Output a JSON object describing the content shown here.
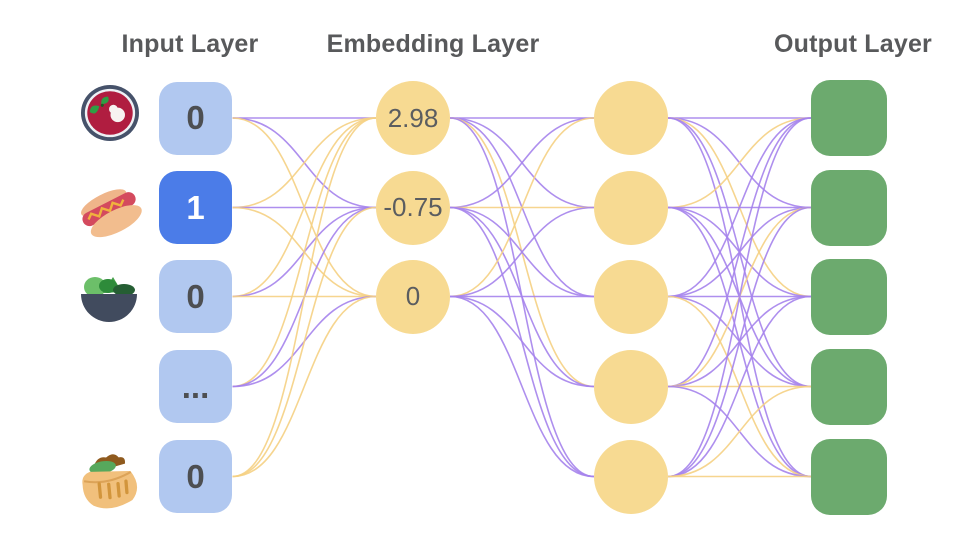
{
  "titles": {
    "input": "Input Layer",
    "embedding": "Embedding Layer",
    "output": "Output Layer"
  },
  "colors": {
    "title_text": "#58595b",
    "value_text": "#4d4f52",
    "embedding_text": "#5b5d60",
    "input_inactive": "#b1c8f0",
    "input_active": "#4b7ce8",
    "node_yellow": "#f7da92",
    "node_green": "#6caa6e",
    "edge_purple": "#a583ec",
    "edge_yellow": "#f5d083"
  },
  "input_layer": {
    "nodes": [
      {
        "value": "0",
        "icon": "borscht-soup-icon",
        "active": false
      },
      {
        "value": "1",
        "icon": "hot-dog-icon",
        "active": true
      },
      {
        "value": "0",
        "icon": "green-salad-icon",
        "active": false
      },
      {
        "value": "...",
        "icon": null,
        "active": false
      },
      {
        "value": "0",
        "icon": "stuffed-pita-icon",
        "active": false
      }
    ]
  },
  "embedding_layer": {
    "nodes": [
      {
        "value": "2.98"
      },
      {
        "value": "-0.75"
      },
      {
        "value": "0"
      }
    ]
  },
  "hidden_layer": {
    "node_count": 5
  },
  "output_layer": {
    "node_count": 5
  },
  "edges": {
    "input_to_embedding": [
      [
        "purple",
        "purple",
        "yellow"
      ],
      [
        "yellow",
        "purple",
        "yellow"
      ],
      [
        "yellow",
        "purple",
        "yellow"
      ],
      [
        "yellow",
        "purple",
        "purple"
      ],
      [
        "yellow",
        "yellow",
        "yellow"
      ]
    ],
    "embedding_to_hidden": [
      [
        "purple",
        "purple",
        "purple",
        "yellow",
        "purple"
      ],
      [
        "purple",
        "yellow",
        "purple",
        "purple",
        "purple"
      ],
      [
        "yellow",
        "purple",
        "purple",
        "purple",
        "purple"
      ]
    ],
    "hidden_to_output": [
      [
        "purple",
        "purple",
        "yellow",
        "purple",
        "purple"
      ],
      [
        "yellow",
        "purple",
        "purple",
        "purple",
        "purple"
      ],
      [
        "purple",
        "purple",
        "purple",
        "purple",
        "yellow"
      ],
      [
        "purple",
        "yellow",
        "purple",
        "yellow",
        "purple"
      ],
      [
        "purple",
        "purple",
        "purple",
        "yellow",
        "yellow"
      ]
    ]
  }
}
